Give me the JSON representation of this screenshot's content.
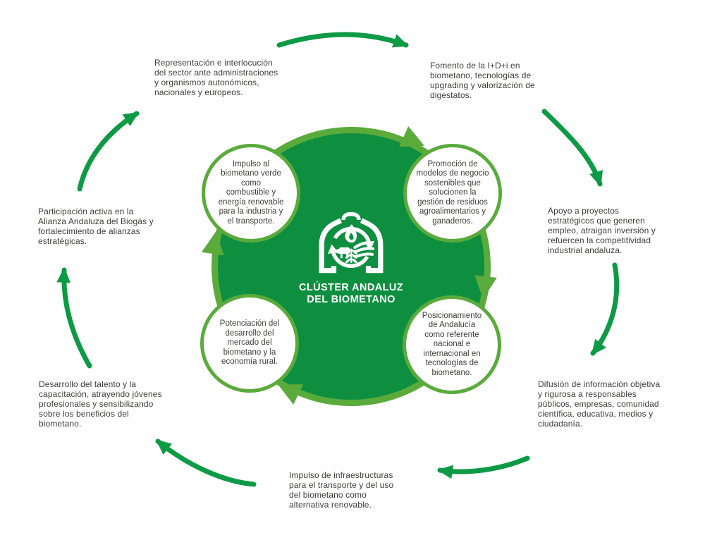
{
  "colors": {
    "disc_green": "#0e8f40",
    "rim_green": "#5aaa3c",
    "arrow_green": "#0d9a45",
    "text_dark": "#3d3d3b"
  },
  "center": {
    "logo_icon": "biomethane-cycle-icon",
    "title_line1": "CLÚSTER ANDALUZ",
    "title_line2": "DEL BIOMETANO"
  },
  "inner_circles": [
    {
      "id": "impulso-biometano",
      "text": "Impulso al\nbiometano verde\ncomo\ncombustible y\nenergía renovable\npara la industria y\nel transporte."
    },
    {
      "id": "promocion-modelos",
      "text": "Promoción de\nmodelos de negocio\nsostenibles que\nsolucionen la\ngestión de residuos\nagroalimentarios y\nganaderos."
    },
    {
      "id": "posicionamiento-andalucia",
      "text": "Posicionamiento\nde Andalucía\ncomo referente\nnacional e\ninternacional en\ntecnologías de\nbiometano."
    },
    {
      "id": "potenciacion-mercado",
      "text": "Potenciación del\ndesarrollo del\nmercado del\nbiometano y la\neconomía rural."
    }
  ],
  "outer_items": [
    {
      "id": "representacion",
      "text": "Representación e interlocución\ndel sector ante administraciones\ny organismos autonómicos,\nnacionales y europeos."
    },
    {
      "id": "fomento-idi",
      "text": "Fomento de la I+D+i en\nbiometano, tecnologías de\nupgrading y valorización de\ndigestatos."
    },
    {
      "id": "apoyo-proyectos",
      "text": "Apoyo a proyectos\nestratégicos que generen\nempleo, atraigan inversión y\nrefuercen la competitividad\nindustrial andaluza."
    },
    {
      "id": "difusion-informacion",
      "text": "Difusión de información objetiva\ny rigurosa a responsables\npúblicos, empresas, comunidad\ncientífica, educativa, medios y\nciudadanía."
    },
    {
      "id": "impulso-infraestructuras",
      "text": "Impulso de infraestructuras\npara el transporte y del uso\ndel biometano como\nalternativa renovable."
    },
    {
      "id": "desarrollo-talento",
      "text": "Desarrollo del talento y la\ncapacitación, atrayendo jóvenes\nprofesionales y sensibilizando\nsobre los beneficios del\nbiometano."
    },
    {
      "id": "participacion-alianza",
      "text": "Participación activa en la\nAlianza Andaluza del Biogás y\nfortalecimiento de alianzas\nestratégicas."
    }
  ]
}
